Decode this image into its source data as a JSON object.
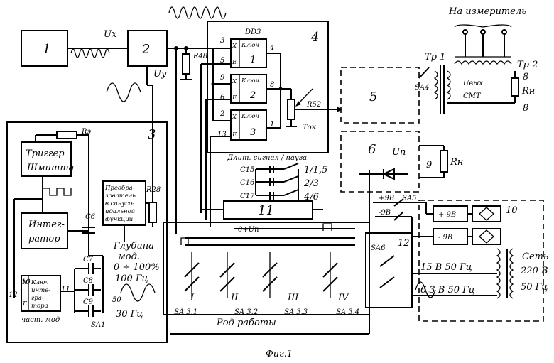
{
  "blocks": {
    "b1": "1",
    "b2": "2",
    "b3": "3",
    "b4": "4",
    "b5": "5",
    "b6": "6",
    "b10": "10",
    "b11": "11",
    "b12": "12"
  },
  "signals": {
    "ux": "Uх",
    "uy": "Uу",
    "measure": "На измеритель"
  },
  "dd3": {
    "title": "DD3",
    "key": "Ключ",
    "k1": "1",
    "k2": "2",
    "k3": "3",
    "pins": [
      "3",
      "5",
      "9",
      "6",
      "2",
      "13"
    ],
    "outs": [
      "4",
      "8",
      "1"
    ],
    "x": "X",
    "e": "E"
  },
  "resistors": {
    "r48": "R48",
    "r52": "R52",
    "r28": "R28",
    "re": "Rэ",
    "rn1": "Rн",
    "rn2": "Rн"
  },
  "tok": "Ток",
  "block3": {
    "trigger1": "Триггер",
    "trigger2": "Шмитта",
    "integr1": "Интег-",
    "integr2": "ратор",
    "c6": "С6"
  },
  "converter": [
    "Преобра-",
    "зователь",
    "в синусо-",
    "идальной",
    "функции"
  ],
  "depth": [
    "Глубина",
    "мод.",
    "0 ÷ 100%",
    "100 Гц"
  ],
  "freq": {
    "f50": "50",
    "f30": "30 Гц"
  },
  "keyfreq": {
    "k10": "10",
    "k11": "11",
    "k12": "12",
    "x": "X",
    "e": "E",
    "l1": "Ключ",
    "l2": "инте-",
    "l3": "гра-",
    "l4": "тора",
    "caption": "част. мод"
  },
  "caps": {
    "c7": "C7",
    "c8": "C8",
    "c9": "C9",
    "sa1": "SA1",
    "c15": "C15",
    "c16": "C16",
    "c17": "C17"
  },
  "duration": {
    "title": "Длит. сигнал / пауза",
    "v1": "1/1,5",
    "v2": "2/3",
    "v3": "4/6"
  },
  "supply": {
    "plus": "0+Uп",
    "un": "Uп",
    "r9": "9"
  },
  "modes": {
    "m1": "I",
    "m2": "II",
    "m3": "III",
    "m4": "IV",
    "s1": "SA 3.1",
    "s2": "SA 3.2",
    "s3": "SA 3.3",
    "s4": "SA 3.4",
    "title": "Род работы"
  },
  "b5": {
    "sa4": "SA4",
    "tp1": "Тр 1",
    "tp2": "Тр 2",
    "uvyx": "Uвых",
    "smt": "СМТ",
    "n8a": "8",
    "n8b": "8"
  },
  "power": {
    "p9": "+9В",
    "m9": "-9В",
    "sa5": "SA5",
    "box_p9": "+ 9В",
    "box_m9": "- 9В",
    "sa6": "SA6",
    "v15": "15 В 50 Гц",
    "v63": "6,3 В 50 Гц",
    "net1": "Сеть",
    "net2": "220 В",
    "net3": "50 Гц"
  },
  "figure": "Фиг.1"
}
